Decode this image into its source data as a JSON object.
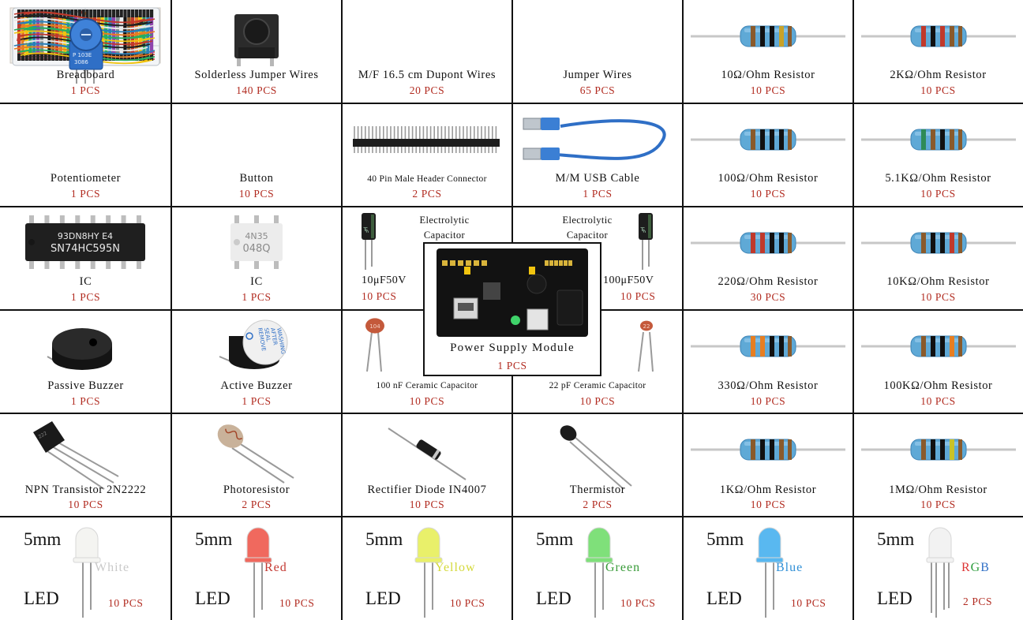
{
  "rows": [
    [
      {
        "key": "breadboard",
        "name": "Breadboard",
        "qty": "1 PCS",
        "icon": "breadboard-icon"
      },
      {
        "key": "solderless-jumper-wires",
        "name": "Solderless Jumper Wires",
        "qty": "140 PCS",
        "icon": "jumper-wire-kit-icon"
      },
      {
        "key": "dupont-wires",
        "name": "M/F 16.5 cm Dupont Wires",
        "qty": "20 PCS",
        "icon": "ribbon-cable-icon"
      },
      {
        "key": "jumper-wires",
        "name": "Jumper Wires",
        "qty": "65 PCS",
        "icon": "jumper-wires-bundle-icon"
      },
      {
        "key": "resistor-10",
        "name": "10Ω/Ohm Resistor",
        "qty": "10 PCS",
        "icon": "resistor-icon"
      },
      {
        "key": "resistor-2k",
        "name": "2KΩ/Ohm Resistor",
        "qty": "10 PCS",
        "icon": "resistor-icon"
      }
    ],
    [
      {
        "key": "potentiometer",
        "name": "Potentiometer",
        "qty": "1 PCS",
        "icon": "potentiometer-icon"
      },
      {
        "key": "button",
        "name": "Button",
        "qty": "10 PCS",
        "icon": "push-button-icon"
      },
      {
        "key": "header-connector",
        "name": "40 Pin Male Header Connector",
        "qty": "2 PCS",
        "icon": "pin-header-icon",
        "small": true
      },
      {
        "key": "usb-cable",
        "name": "M/M USB Cable",
        "qty": "1 PCS",
        "icon": "usb-cable-icon"
      },
      {
        "key": "resistor-100",
        "name": "100Ω/Ohm Resistor",
        "qty": "10 PCS",
        "icon": "resistor-icon"
      },
      {
        "key": "resistor-5-1k",
        "name": "5.1KΩ/Ohm Resistor",
        "qty": "10 PCS",
        "icon": "resistor-icon"
      }
    ],
    [
      {
        "key": "ic-595",
        "name": "IC",
        "qty": "1 PCS",
        "icon": "ic-chip-icon",
        "chip": [
          "93DN8HY E4",
          "SN74HC595N"
        ]
      },
      {
        "key": "ic-4n35",
        "name": "IC",
        "qty": "1 PCS",
        "icon": "optocoupler-icon",
        "chip": [
          "4N35",
          "048Q"
        ]
      },
      {
        "key": "cap-10uf",
        "type": "ecap",
        "label": [
          "Electrolytic",
          "Capacitor"
        ],
        "value": "10μF50V",
        "qty": "10 PCS",
        "icon": "electrolytic-capacitor-icon"
      },
      {
        "key": "cap-100uf",
        "type": "ecap",
        "label": [
          "Electrolytic",
          "Capacitor"
        ],
        "value": "100μF50V",
        "qty": "10 PCS",
        "icon": "electrolytic-capacitor-icon"
      },
      {
        "key": "resistor-220",
        "name": "220Ω/Ohm Resistor",
        "qty": "30 PCS",
        "icon": "resistor-icon"
      },
      {
        "key": "resistor-10k",
        "name": "10KΩ/Ohm Resistor",
        "qty": "10 PCS",
        "icon": "resistor-icon"
      }
    ],
    [
      {
        "key": "passive-buzzer",
        "name": "Passive Buzzer",
        "qty": "1 PCS",
        "icon": "buzzer-icon"
      },
      {
        "key": "active-buzzer",
        "name": "Active Buzzer",
        "qty": "1 PCS",
        "icon": "active-buzzer-icon",
        "sticker": [
          "REMOVE",
          "SEAL",
          "AFTER",
          "WASHING"
        ]
      },
      {
        "key": "cap-100nf",
        "name": "100 nF Ceramic Capacitor",
        "qty": "10 PCS",
        "icon": "ceramic-capacitor-icon",
        "small": true,
        "code": "104"
      },
      {
        "key": "cap-22pf",
        "name": "22 pF Ceramic Capacitor",
        "qty": "10 PCS",
        "icon": "ceramic-capacitor-icon",
        "small": true,
        "code": "22"
      },
      {
        "key": "resistor-330",
        "name": "330Ω/Ohm Resistor",
        "qty": "10 PCS",
        "icon": "resistor-icon"
      },
      {
        "key": "resistor-100k",
        "name": "100KΩ/Ohm Resistor",
        "qty": "10 PCS",
        "icon": "resistor-icon"
      }
    ],
    [
      {
        "key": "npn-transistor",
        "name": "NPN Transistor 2N2222",
        "qty": "10 PCS",
        "icon": "transistor-icon"
      },
      {
        "key": "photoresistor",
        "name": "Photoresistor",
        "qty": "2 PCS",
        "icon": "photoresistor-icon"
      },
      {
        "key": "rectifier-diode",
        "name": "Rectifier Diode IN4007",
        "qty": "10 PCS",
        "icon": "diode-icon"
      },
      {
        "key": "thermistor",
        "name": "Thermistor",
        "qty": "2 PCS",
        "icon": "thermistor-icon"
      },
      {
        "key": "resistor-1k",
        "name": "1KΩ/Ohm Resistor",
        "qty": "10 PCS",
        "icon": "resistor-icon"
      },
      {
        "key": "resistor-1m",
        "name": "1MΩ/Ohm Resistor",
        "qty": "10 PCS",
        "icon": "resistor-icon"
      }
    ],
    [
      {
        "key": "led-white",
        "type": "led",
        "size": "5mm",
        "word": "LED",
        "color": "White",
        "textColor": "#c9c9c9",
        "bulb": "#f4f4f1",
        "qty": "10 PCS",
        "icon": "led-icon"
      },
      {
        "key": "led-red",
        "type": "led",
        "size": "5mm",
        "word": "LED",
        "color": "Red",
        "textColor": "#c43a33",
        "bulb": "#f0695e",
        "qty": "10 PCS",
        "icon": "led-icon"
      },
      {
        "key": "led-yellow",
        "type": "led",
        "size": "5mm",
        "word": "LED",
        "color": "Yellow",
        "textColor": "#d4d93a",
        "bulb": "#e9f06a",
        "qty": "10 PCS",
        "icon": "led-icon"
      },
      {
        "key": "led-green",
        "type": "led",
        "size": "5mm",
        "word": "LED",
        "color": "Green",
        "textColor": "#3a9b3a",
        "bulb": "#7fe07a",
        "qty": "10 PCS",
        "icon": "led-icon"
      },
      {
        "key": "led-blue",
        "type": "led",
        "size": "5mm",
        "word": "LED",
        "color": "Blue",
        "textColor": "#2f8fd6",
        "bulb": "#59b8f0",
        "qty": "10 PCS",
        "icon": "led-icon"
      },
      {
        "key": "led-rgb",
        "type": "led",
        "size": "5mm",
        "word": "LED",
        "color": "RGB",
        "rgb": true,
        "bulb": "#f2f2f2",
        "qty": "2 PCS",
        "icon": "rgb-led-icon"
      }
    ]
  ],
  "power_module": {
    "name": "Power Supply Module",
    "qty": "1 PCS",
    "icon": "power-supply-module-icon"
  },
  "colors": {
    "qty_text": "#b12a1f",
    "resistor_body": "#5fa9d6",
    "grid_line": "#111111"
  }
}
